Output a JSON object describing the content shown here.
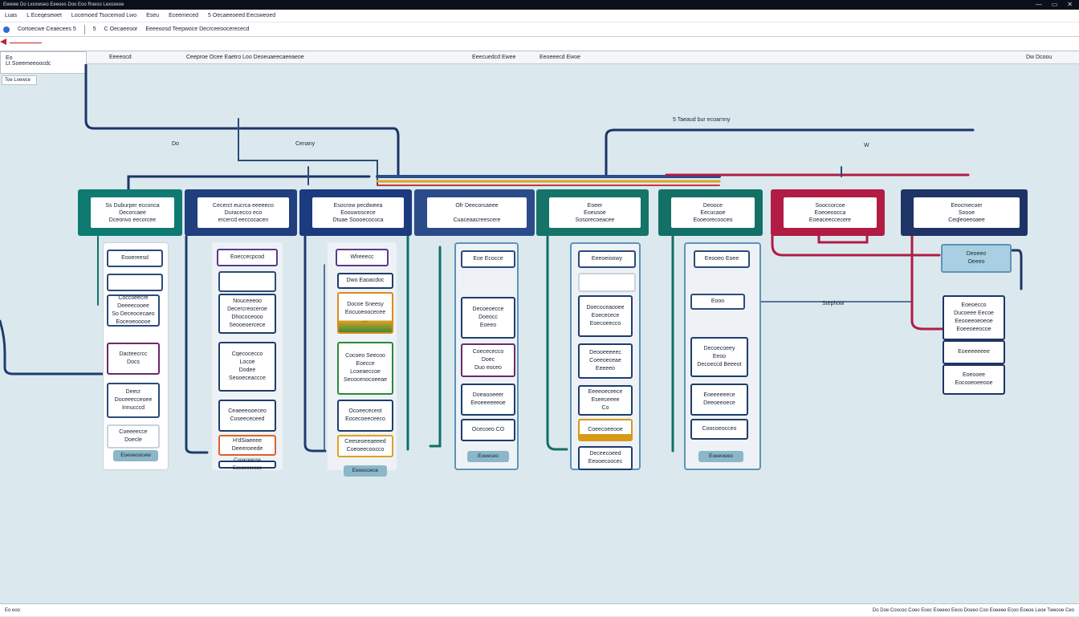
{
  "window": {
    "titlebar_text": "Ewewe  Do  Lxxxwseo  Eeeoes  Doo  Eoo  Roeso  Lexoxeoe",
    "controls": [
      "—",
      "▭",
      "✕"
    ]
  },
  "menubar": {
    "items": [
      "Luas",
      "L  Eceqesewet",
      "Locemoed  Tsocemod  Lwo",
      "Eseu",
      "Eceemeced",
      "5  Oecaeeoeed  Eecsweoed"
    ]
  },
  "toolbar": {
    "items": [
      "Cortoecwe  Ceaecees  5",
      "5",
      "C  Oecaeeoor",
      "Eeeeoosd  Teepwoce  Decrceeoocerececd"
    ]
  },
  "sidebar": {
    "title": "Eo",
    "subtitle": "Lt  Soeemeeoocdc",
    "button_label": "Toe Loewce"
  },
  "tabs": {
    "t1": "Eeeeocd",
    "t2": "Ceeproe  Ocee  Eaetro  Loo  Deoeuaeecaeeaeoe",
    "t3": "Eeecuedcd  Ewee",
    "t4": "Eeoeeecd  Ewoe",
    "t5": "Dw  Dcoou"
  },
  "canvas": {
    "label_top_left": "Do",
    "label_company": "Cenany",
    "label_top_right": "5  Taeaud  bur  ecoarnny",
    "label_w": "W",
    "label_stephow": "Stephow"
  },
  "headers": [
    {
      "text": "Ss  Duburper  ecconca\nDecorcaee\nDceonvo  eecorcee",
      "color": "#0f7a72"
    },
    {
      "text": "Cecerct  eucrca  eeeeeco\nDuracecco  eco\nercercd  eeccocacen",
      "color": "#213e7e"
    },
    {
      "text": "Esocrow  pecdweea\nEoouwoscece\nDtuae  Soooecococa",
      "color": "#1b3a80"
    },
    {
      "text": "Ofr  Deecorcaeee\n\nCuaceaacreescere",
      "color": "#2b4b8a"
    },
    {
      "text": "Eoeer\nEoeusoe\nSosorecoeacee",
      "color": "#147468"
    },
    {
      "text": "Deooce\nEecucaoe\nEooeorecooceo",
      "color": "#127066"
    },
    {
      "text": "Sooccorcoe\nEoeoeoocca\nEoeaceeccecere",
      "color": "#b21b43"
    },
    {
      "text": "Eeocmecoer\nSoooe\nCeqleoeeoaee",
      "color": "#1e3466"
    }
  ],
  "columns": [
    {
      "head": "Eooereesd",
      "cards": [
        {
          "text": "",
          "color": "#2c4b79"
        },
        {
          "text": "Coccoeecre\nDeeeecooee\nSo  Deceocecaeo\nEoceoeooooe",
          "color": "#2c4b79"
        },
        {
          "text": "Dacteecrcc\nDocs",
          "color": "#6a2a6a"
        },
        {
          "text": "Deecr\nDoceeecceoee\nInnucccd",
          "color": "#2c4b79"
        },
        {
          "text": "Coeeeecce\nDoecle",
          "color": "#c9d2dc"
        }
      ],
      "pill": "Eoeoeoocew"
    },
    {
      "head": "Eoeccecpcod",
      "cards": [
        {
          "text": "",
          "color": "#2c4b79"
        },
        {
          "text": "Nouceeeoo\nDecercreoceroe\nDhococeooo\nSeooeoercece",
          "color": "#1e3d6b"
        },
        {
          "text": "Cqecocecco\nLocoe\nDodee\nSeooeceaccce",
          "color": "#1e3d6b"
        },
        {
          "text": "Ceaeeeooeceo\nCoseececeed",
          "color": "#1e3d6b"
        },
        {
          "text": "H'dSiaeeee\nDeeeroeede",
          "color": "#e06028"
        },
        {
          "text": "Cuoaceeose\nEceaeocecco",
          "color": "#1e3d6b"
        }
      ]
    },
    {
      "head": "Wlreeecc",
      "cards": [
        {
          "text": "Dwo  Eaoacdoc",
          "color": "#2c4b79"
        },
        {
          "text": "Docoe  Sneesy\nEocuoeoocecee\n...",
          "color": "#d98c1b"
        },
        {
          "text": "Cocoeo  Seecoo\nEoecce\nLcoeaeccoe\nSecocenocoeeae",
          "color": "#2a8a3a"
        },
        {
          "text": "Ocoeececeot\nEocecoeeceeco",
          "color": "#1e3d6b"
        },
        {
          "text": "Ceeseoeeaeeed\nCoeoeecoocco",
          "color": "#e0a020"
        }
      ],
      "pill": "Eeoecoece"
    },
    {
      "head": "Eoe  Ecocce",
      "cards": [
        {
          "text": "Decoeoecce\nDoeocc\nEoeeo",
          "color": "#2c4b79"
        },
        {
          "text": "Coecececco\nDoec\nDuo  eoceo",
          "color": "#6a2a6a"
        },
        {
          "text": "Doeaooeeer\nEeoeeeeeeoe",
          "color": "#1e3d6b"
        },
        {
          "text": "Ocecoeo  CO",
          "color": "#1e3d6b"
        }
      ],
      "pill": "Eoeeceo"
    },
    {
      "head": "Eeeoeioowy",
      "cards": [
        {
          "text": "",
          "color": "#2c4b79"
        },
        {
          "text": "Doecoceaooee\nEoececece\nEoecoeecco",
          "color": "#1e3d6b"
        },
        {
          "text": "Deooeeeeec\nCoeeoeceae\nEeeeeo",
          "color": "#1e3d6b"
        },
        {
          "text": "Eeeeoeceece\nEseeceeee\nCo",
          "color": "#1e3d6b"
        },
        {
          "text": "Coeecoeeooe",
          "color": "#d69a18"
        },
        {
          "text": "Deceecoeed\nEeooecoocec",
          "color": "#1e3d6b"
        }
      ]
    },
    {
      "head": "Eeooeo  Eoee",
      "cards": [
        {
          "text": "Eooo",
          "color": "#2c4b79"
        },
        {
          "text": "Decoecoeey\nEeoo\nDecoeccd  Beeeot",
          "color": "#1e3d6b"
        },
        {
          "text": "Eoeeeeeece\nDeeoeeoece",
          "color": "#1e3d6b"
        },
        {
          "text": "Coocoeocceo",
          "color": "#1e3d6b"
        }
      ],
      "pill": "Eoeeoeeo"
    },
    {
      "head": "Deoeeo\nOeeeo",
      "cards": [
        {
          "text": "Eoeoecco\nDucoeee  Eecoe\nEeooeeoeoeoe\nEoeeoeeocoe",
          "color": "#1e3466"
        },
        {
          "text": "Eoeeeeeeee",
          "color": "#1e3466"
        },
        {
          "text": "Eoeooee\nEocooeoeeooe",
          "color": "#1e3466"
        }
      ]
    }
  ],
  "statusbar": {
    "left": "Eo  eoo",
    "right": "Do  Doe  Coocoo  Coeo  Eoec  Eoeeeo  Eeoo  Doeeo  Coo  Eoeeee  Ecoo  Eoeoe  Leoe  Tweooe  Ceo"
  }
}
